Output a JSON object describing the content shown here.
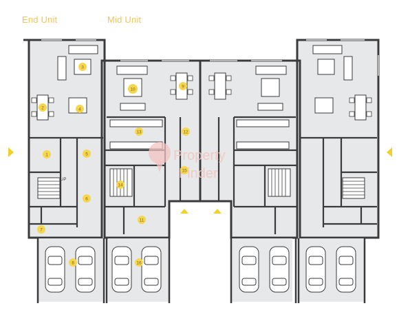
{
  "unit_labels": {
    "end_unit": "End Unit",
    "mid_unit": "Mid Unit"
  },
  "room_numbers": [
    "1",
    "2",
    "3",
    "4",
    "5",
    "6",
    "7",
    "8",
    "9",
    "10",
    "11",
    "12",
    "13",
    "14",
    "15",
    "16"
  ],
  "stair_label": "UP",
  "watermark": {
    "line1": "Property",
    "line2": "Finder"
  },
  "colors": {
    "background": "#ffffff",
    "floor": "#e7e8e9",
    "wall": "#3a3a3c",
    "marker": "#f5d64e",
    "label": "#f2c55c",
    "entry_arrow": "#f2cf2a",
    "watermark": "#f3c4c1"
  },
  "icons": [
    "entry-arrow-icon",
    "sofa-icon",
    "dining-table-icon",
    "car-icon",
    "stair-icon",
    "property-finder-logo-icon"
  ]
}
